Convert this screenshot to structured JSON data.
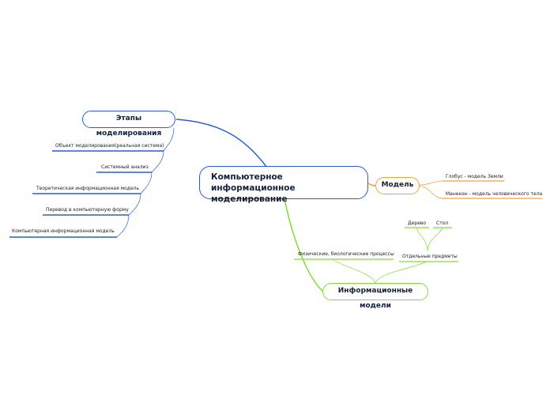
{
  "central": {
    "line1": "Компьютерное информационное",
    "line2": "моделирование"
  },
  "branches": {
    "etapy": {
      "label": "Этапы моделирования",
      "items": [
        "Объект моделирования(реальная система)",
        "Системный анализ",
        "Теоретическая информационная модель",
        "Перевод в компьютерную форму",
        "Компьютерная информационная модель"
      ]
    },
    "model": {
      "label": "Модель",
      "items": [
        "Глобус - модель Земли",
        "Манекен - модель человеческого тела"
      ]
    },
    "info": {
      "label": "Информационные модели",
      "items": [
        "Физические, биологические процессы",
        "Отдельные предметы"
      ],
      "subitems": [
        "Дерево",
        "Стол"
      ]
    }
  },
  "colors": {
    "blue": "#2b5cd6",
    "orange": "#f2a13a",
    "green": "#7fdc34"
  }
}
